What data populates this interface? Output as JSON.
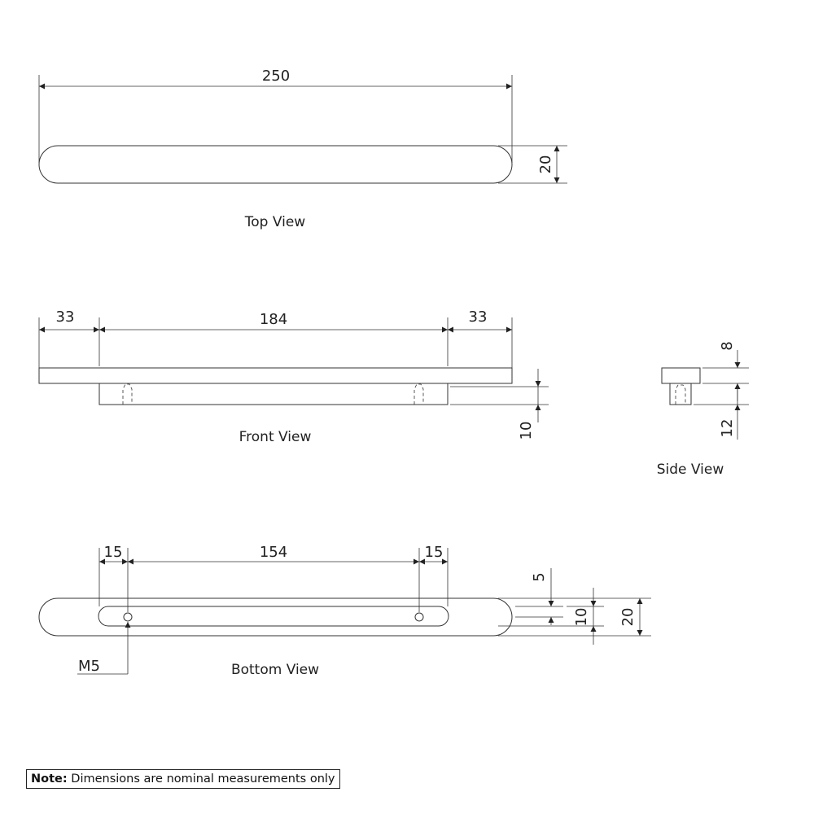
{
  "top_view": {
    "caption": "Top View",
    "length": "250",
    "width": "20"
  },
  "front_view": {
    "caption": "Front View",
    "left_offset": "33",
    "center_span": "184",
    "right_offset": "33",
    "leg_height": "10"
  },
  "side_view": {
    "caption": "Side View",
    "top_thickness": "8",
    "leg_height": "12"
  },
  "bottom_view": {
    "caption": "Bottom View",
    "left_offset": "15",
    "hole_spacing": "154",
    "right_offset": "15",
    "hole_center": "5",
    "slot_width": "10",
    "bar_width": "20",
    "thread_label": "M5"
  },
  "note": {
    "label": "Note:",
    "text": "Dimensions are nominal measurements only"
  }
}
